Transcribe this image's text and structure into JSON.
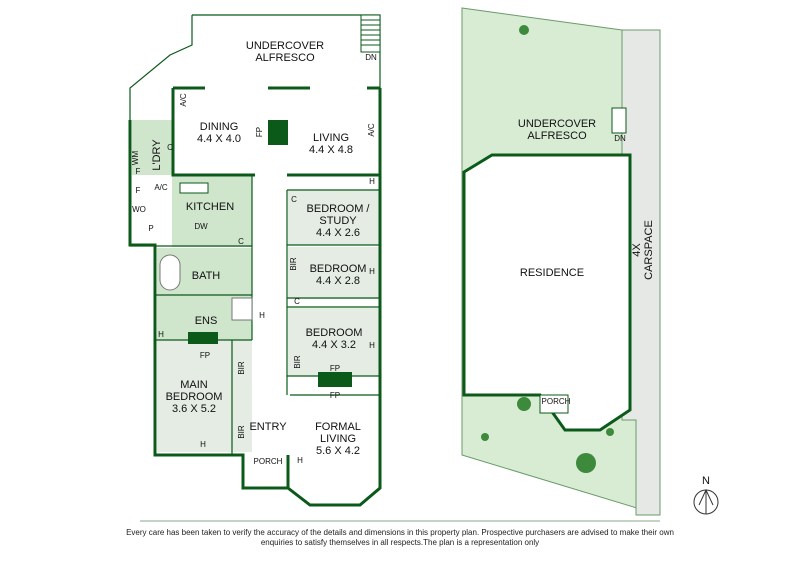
{
  "floor_plan": {
    "rooms": {
      "alfresco_1": "UNDERCOVER",
      "alfresco_2": "ALFRESCO",
      "dining": "DINING",
      "dining_dim": "4.4 X 4.0",
      "living": "LIVING",
      "living_dim": "4.4 X 4.8",
      "laundry": "L'DRY",
      "kitchen": "KITCHEN",
      "bedroom_study": "BEDROOM /",
      "bedroom_study_2": "STUDY",
      "bedroom_study_dim": "4.4 X 2.6",
      "bath": "BATH",
      "bedroom2": "BEDROOM",
      "bedroom2_dim": "4.4 X 2.8",
      "ens": "ENS",
      "bedroom3": "BEDROOM",
      "bedroom3_dim": "4.4 X 3.2",
      "main_bedroom_1": "MAIN",
      "main_bedroom_2": "BEDROOM",
      "main_bedroom_dim": "3.6 X 5.2",
      "entry": "ENTRY",
      "porch": "PORCH",
      "formal_living_1": "FORMAL",
      "formal_living_2": "LIVING",
      "formal_living_dim": "5.6 X 4.2"
    },
    "fixtures": {
      "dn": "DN",
      "ac": "A/C",
      "fp": "FP",
      "c": "C",
      "h": "H",
      "wm": "WM",
      "f": "F",
      "wo": "WO",
      "p": "P",
      "dw": "DW",
      "bir": "BIR"
    }
  },
  "site_plan": {
    "alfresco_1": "UNDERCOVER",
    "alfresco_2": "ALFRESCO",
    "dn": "DN",
    "residence": "RESIDENCE",
    "carspace_1": "4X",
    "carspace_2": "CARSPACE",
    "porch": "PORCH",
    "north": "N"
  },
  "disclaimer": {
    "line1": "Every care has been taken to verify the accuracy of the details and dimensions in this property plan. Prospective purchasers are advised to make their own",
    "line2": "enquiries to satisfy themselves in all respects.The plan is a representation only"
  },
  "colors": {
    "wall": "#0b5a1a",
    "wet": "#cfe6cc",
    "room": "#e4ece4",
    "site": "#d8ecd4",
    "driveway": "#e6e8e6"
  }
}
